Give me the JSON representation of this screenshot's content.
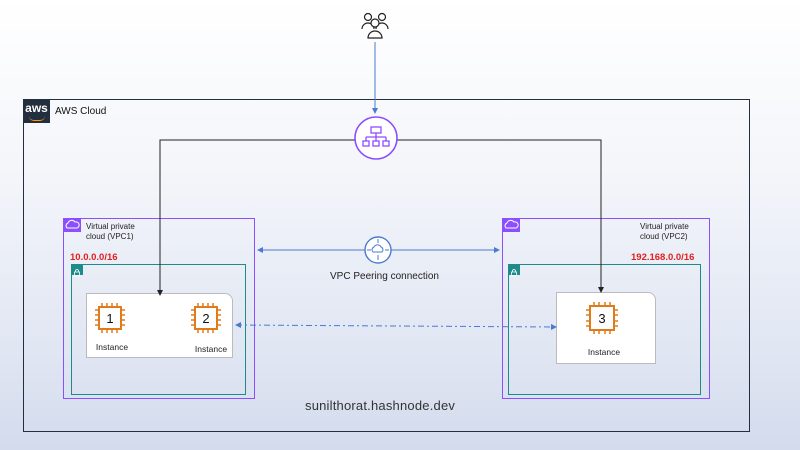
{
  "aws": {
    "logo": "aws",
    "cloud_label": "AWS Cloud"
  },
  "users": {
    "icon": "users-icon"
  },
  "load_balancer": {
    "icon": "load-balancer-icon"
  },
  "peering": {
    "icon": "vpc-peering-icon",
    "label": "VPC Peering connection"
  },
  "vpc1": {
    "label_line1": "Virtual private",
    "label_line2": "cloud (VPC1)",
    "cidr": "10.0.0.0/16"
  },
  "vpc2": {
    "label_line1": "Virtual private",
    "label_line2": "cloud (VPC2)",
    "cidr": "192.168.0.0/16"
  },
  "instances": [
    {
      "number": "1",
      "label": "Instance"
    },
    {
      "number": "2",
      "label": "Instance"
    },
    {
      "number": "3",
      "label": "Instance"
    }
  ],
  "watermark": "sunilthorat.hashnode.dev",
  "colors": {
    "vpc_border": "#8c4fff",
    "subnet_border": "#1e8a8a",
    "ec2_orange": "#e07b1a",
    "cidr_red": "#e01f1f",
    "connector_blue": "#4a7bd0"
  }
}
